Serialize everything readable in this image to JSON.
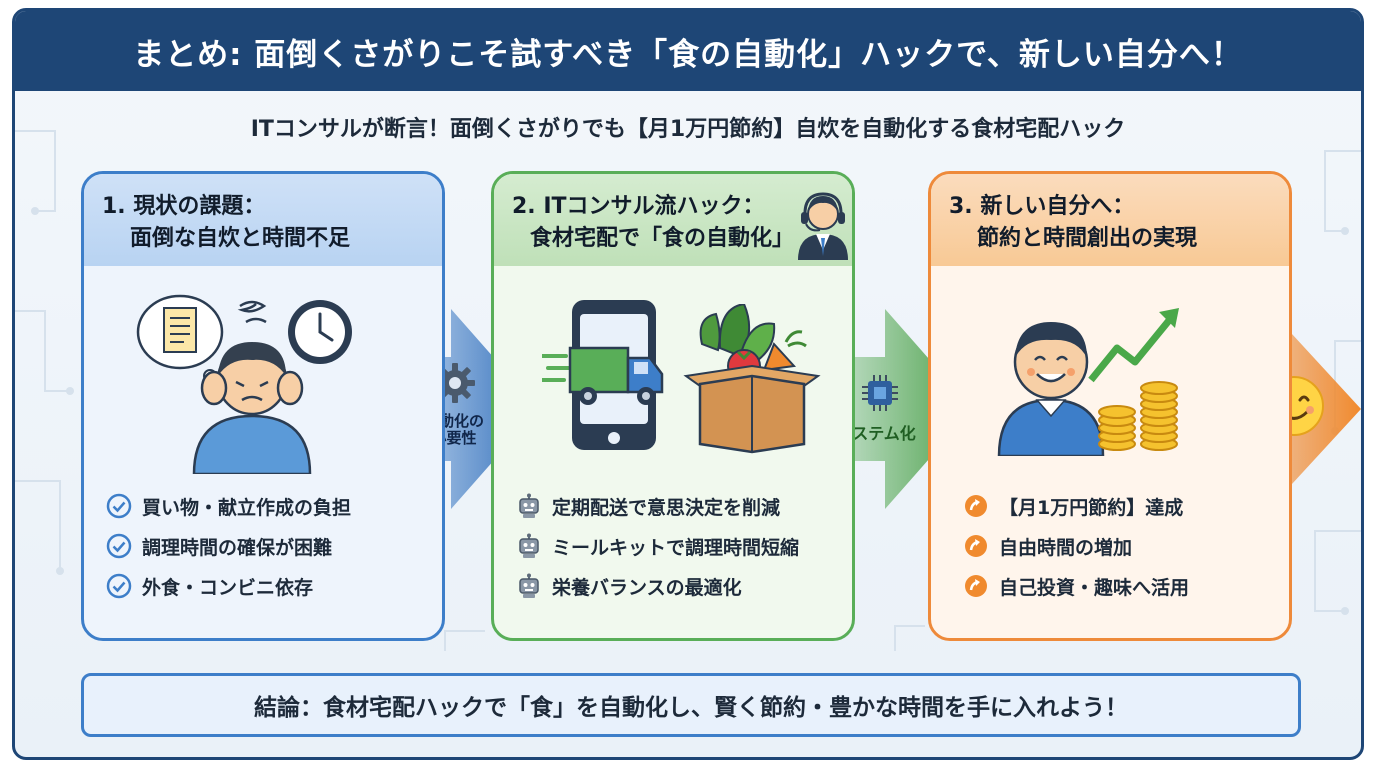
{
  "header": {
    "title": "まとめ: 面倒くさがりこそ試すべき「食の自動化」ハックで、新しい自分へ！"
  },
  "subtitle": "ITコンサルが断言！面倒くさがりでも【月1万円節約】自炊を自動化する食材宅配ハック",
  "panels": [
    {
      "heading_line1": "1. 現状の課題：",
      "heading_line2": "面倒な自炊と時間不足",
      "items": [
        "買い物・献立作成の負担",
        "調理時間の確保が困難",
        "外食・コンビニ依存"
      ],
      "item_icon": "check-circle-icon",
      "accent": "#3d7ec9"
    },
    {
      "heading_line1": "2. ITコンサル流ハック：",
      "heading_line2": "食材宅配で「食の自動化」",
      "items": [
        "定期配送で意思決定を削減",
        "ミールキットで調理時間短縮",
        "栄養バランスの最適化"
      ],
      "item_icon": "robot-icon",
      "accent": "#59ae58"
    },
    {
      "heading_line1": "3. 新しい自分へ：",
      "heading_line2": "節約と時間創出の実現",
      "items": [
        "【月1万円節約】達成",
        "自由時間の増加",
        "自己投資・趣味へ活用"
      ],
      "item_icon": "up-arrow-circle-icon",
      "accent": "#ee8a3a"
    }
  ],
  "arrows": [
    {
      "label_line1": "自動化の",
      "label_line2": "必要性",
      "icon": "gear-icon"
    },
    {
      "label": "システム化",
      "icon": "chip-icon"
    }
  ],
  "conclusion": "結論：食材宅配ハックで「食」を自動化し、賢く節約・豊かな時間を手に入れよう！"
}
